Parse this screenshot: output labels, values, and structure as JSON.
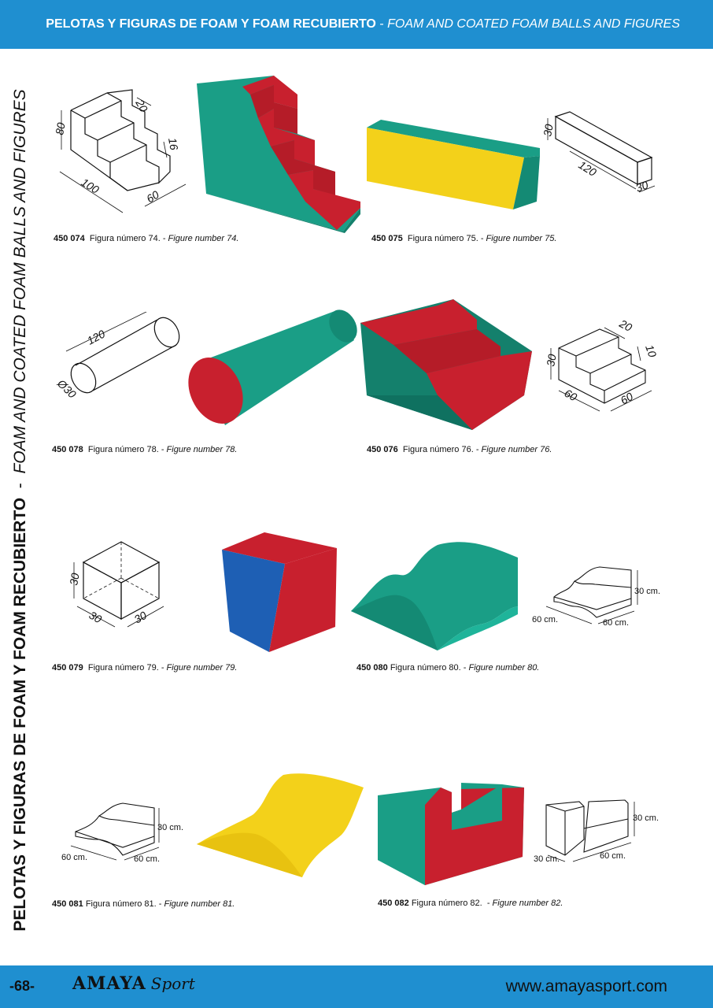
{
  "header": {
    "title_es": "PELOTAS Y FIGURAS DE FOAM Y FOAM RECUBIERTO",
    "separator": " - ",
    "title_en": "FOAM AND COATED FOAM BALLS AND FIGURES"
  },
  "sidebar": {
    "text_es": "PELOTAS Y FIGURAS DE FOAM Y FOAM RECUBIERTO",
    "separator": "  -  ",
    "text_en": "FOAM AND COATED FOAM BALLS AND FIGURES"
  },
  "products": [
    {
      "code": "450 074",
      "es": "Figura número 74. - ",
      "en": "Figure number 74.",
      "dims": [
        "80",
        "20",
        "16",
        "100",
        "60"
      ]
    },
    {
      "code": "450 075",
      "es": "Figura número 75. - ",
      "en": "Figure number 75.",
      "dims": [
        "30",
        "120",
        "30"
      ]
    },
    {
      "code": "450 078",
      "es": "Figura número 78. - ",
      "en": "Figure number 78.",
      "dims": [
        "120",
        "Ø30"
      ]
    },
    {
      "code": "450 076",
      "es": "Figura número 76. - ",
      "en": "Figure number 76.",
      "dims": [
        "20",
        "10",
        "30",
        "60",
        "60"
      ]
    },
    {
      "code": "450 079",
      "es": "Figura número 79. - ",
      "en": "Figure number 79.",
      "dims": [
        "30",
        "30",
        "30"
      ]
    },
    {
      "code": "450 080",
      "es": "Figura número 80. - ",
      "en": "Figure number 80.",
      "dims": [
        "30 cm.",
        "60 cm.",
        "60 cm."
      ]
    },
    {
      "code": "450 081",
      "es": "Figura número 81. - ",
      "en": "Figure number 81.",
      "dims": [
        "30 cm.",
        "60 cm.",
        "60 cm."
      ]
    },
    {
      "code": "450 082",
      "es": "Figura número 82.  - ",
      "en": "Figure number 82.",
      "dims": [
        "30 cm.",
        "30 cm.",
        "60 cm."
      ]
    }
  ],
  "footer": {
    "page": "-68-",
    "brand": "AMAYA",
    "brand_script": "Sport",
    "url": "www.amayasport.com"
  },
  "colors": {
    "header_bg": "#1f8fd0",
    "foam_red": "#c8202e",
    "foam_teal": "#1a9e86",
    "foam_yellow": "#f3d11a",
    "foam_blue": "#1e5fb4"
  }
}
